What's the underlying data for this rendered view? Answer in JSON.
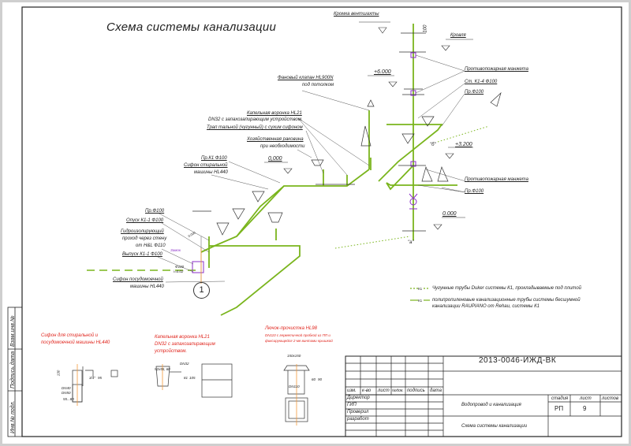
{
  "drawing_title": "Схема системы канализации",
  "levels": {
    "vent_shaft": "Кромка вентшахты",
    "roof": "Кровля",
    "plus6": "+6.000",
    "plus32": "+3.200",
    "zero_right": "0.000",
    "zero_mid": "0,000",
    "zero_small": "0.000",
    "dim100": "100"
  },
  "callouts": {
    "fire_collar_1": "Противопожарная манжета",
    "fire_collar_2": "Противопожарная манжета",
    "riser_k14": "Ст. К1-4 Ф100",
    "cleanout_1": "Пр.Ф100",
    "cleanout_2": "Пр.Ф100",
    "fan_valve_1": "Фановый клапан HL900N",
    "fan_valve_2": "под потолком",
    "drip_funnel_1": "Капельная воронка HL21",
    "drip_funnel_2": "DN32 с запахозапирающим устройством.",
    "floor_trap": "Трап тальной (чугунный) с сухим сифоном",
    "sink_1": "Хозяйственная раковина",
    "sink_2": "при необходимости",
    "cleanout_k1": "Пр.К1 Ф100",
    "wm_siphon_1": "Сифон стиральной",
    "wm_siphon_2": "машины HL440",
    "cleanout_3": "Пр.Ф100",
    "drop_k11": "Опуск К1-1 Ф100",
    "wall_pass_1": "Гидроизолирующий",
    "wall_pass_2": "проход через стену",
    "wall_pass_3": "от H&L Ф110",
    "outlet_k11": "Выпуск К1-1 Ф100",
    "dw_siphon_1": "Сифон посудомоечной",
    "dw_siphon_2": "машины HL440",
    "section_marker": "1",
    "node_b": "\"б\"",
    "node_a": "\"а\"",
    "pipe_d100": "Ф100",
    "pipe_slope": "i=0.02",
    "seal": "Замок"
  },
  "legend": {
    "cast_iron_code": "К1",
    "cast_iron_text": "Чугунные трубы Duker системы К1, прокладываемые под плитой",
    "pp_code": "К1",
    "pp_text_1": "полипропиленовые канализационные трубы системы бесшумной",
    "pp_text_2": "канализации RAUPIANO от Rehau, системы К1"
  },
  "details": {
    "siphon_1": "Сифон для стиральной и",
    "siphon_2": "посудомоечной машины HL440",
    "siphon_dims": [
      "130",
      "3/4\"",
      "95",
      "DN40",
      "DN50",
      "55...80"
    ],
    "funnel_1": "Капельная воронка HL21",
    "funnel_2": "DN32 с запахозапирающим",
    "funnel_3": "устройством.",
    "funnel_dims": [
      "92x55, 60",
      "DN32",
      "81",
      "105"
    ],
    "cleanout_1": "Лючок-прочистка HL98",
    "cleanout_2": "DN110 с герметичной пробкой из ПП и",
    "cleanout_3": "фиксирующейся 2-мя винтами крышкой",
    "cleanout_dims": [
      "150x150",
      "DN110",
      "60",
      "90"
    ]
  },
  "title_block": {
    "code": "2013-0046-ИЖД-ВК",
    "headers": [
      "изм.",
      "к-во",
      "лист",
      "№док.",
      "подпись",
      "дата"
    ],
    "roles": [
      "Директор",
      "ГИП",
      "Проверил",
      "разработ"
    ],
    "project": "Водопровод и канализация",
    "sheet_title": "Схема системы канализации",
    "stage_label": "стадия",
    "sheet_label": "лист",
    "sheets_label": "листов",
    "stage": "РП",
    "sheet": "9"
  },
  "stamp": {
    "replace_inv": "Взам.инв.№",
    "sign_date": "Подпись,дата",
    "inv_orig": "Инв.№ подл."
  },
  "colors": {
    "pipe": "#7ab51d",
    "fitting": "#8b2fc9",
    "note": "#e0261e",
    "hatch": "#333333"
  }
}
